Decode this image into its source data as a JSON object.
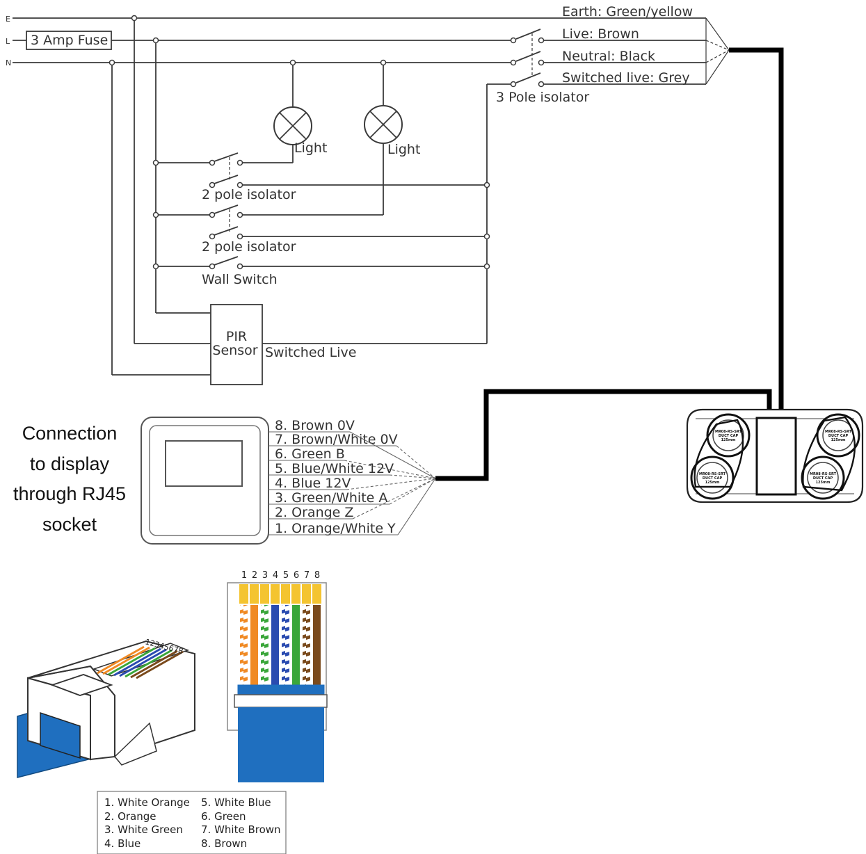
{
  "mains": {
    "earth_tag": "E",
    "live_tag": "L",
    "neutral_tag": "N",
    "fuse_label": "3 Amp Fuse"
  },
  "cable": {
    "earth": "Earth:  Green/yellow",
    "live": "Live:  Brown",
    "neutral": "Neutral:  Black",
    "switched_live": "Switched live:  Grey"
  },
  "components": {
    "three_pole_isolator": "3 Pole isolator",
    "light_1": "Light",
    "light_2": "Light",
    "two_pole_isolator_1": "2 pole isolator",
    "two_pole_isolator_2": "2 pole isolator",
    "wall_switch": "Wall Switch",
    "pir_line1": "PIR",
    "pir_line2": "Sensor",
    "switched_live_label": "Switched Live"
  },
  "rj45_caption": [
    "Connection",
    "to display",
    "through RJ45",
    "socket"
  ],
  "display_wires": [
    "8. Brown 0V",
    "7. Brown/White 0V",
    "6. Green B",
    "5. Blue/White 12V",
    "4. Blue 12V",
    "3. Green/White A",
    "2. Orange Z",
    "1. Orange/White Y"
  ],
  "unit_cap_text": {
    "a": "MR08-RS-SRT",
    "b": "DUCT CAP",
    "c": "125mm"
  },
  "plug_pin_numbers": [
    "1",
    "2",
    "3",
    "4",
    "5",
    "6",
    "7",
    "8"
  ],
  "plug_iso_pins": "12345678",
  "colors": {
    "orange": "#f08a24",
    "green": "#3aa63a",
    "blue": "#2a4bb0",
    "brown": "#7a4a1c",
    "gold": "#f4c430",
    "cable_blue": "#1f6fbf"
  },
  "pin_wires": [
    {
      "color": "orange",
      "striped": true
    },
    {
      "color": "orange",
      "striped": false
    },
    {
      "color": "green",
      "striped": true
    },
    {
      "color": "blue",
      "striped": false
    },
    {
      "color": "blue",
      "striped": true
    },
    {
      "color": "green",
      "striped": false
    },
    {
      "color": "brown",
      "striped": true
    },
    {
      "color": "brown",
      "striped": false
    }
  ],
  "legend_left": [
    "1. White Orange",
    "2. Orange",
    "3. White Green",
    "4. Blue"
  ],
  "legend_right": [
    "5. White Blue",
    "6. Green",
    "7. White Brown",
    "8. Brown"
  ]
}
